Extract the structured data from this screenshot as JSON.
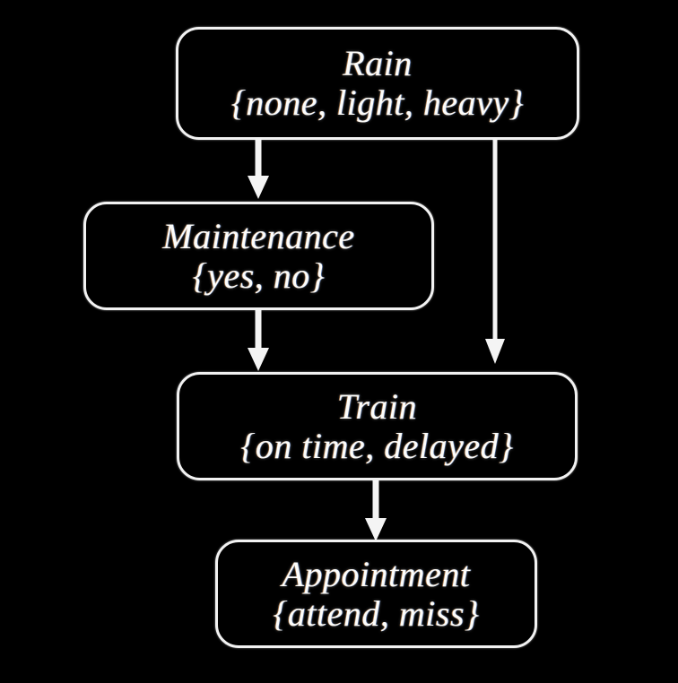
{
  "diagram": {
    "type": "bayesian-network",
    "background_color": "#000000",
    "node_border_color": "#f2f2f2",
    "text_color": "#fdfdfb",
    "nodes": [
      {
        "id": "rain",
        "name": "Rain",
        "states": "{none, light, heavy}"
      },
      {
        "id": "maintenance",
        "name": "Maintenance",
        "states": "{yes, no}"
      },
      {
        "id": "train",
        "name": "Train",
        "states": "{on time, delayed}"
      },
      {
        "id": "appointment",
        "name": "Appointment",
        "states": "{attend, miss}"
      }
    ],
    "edges": [
      {
        "id": "rain-to-maintenance",
        "from": "Rain",
        "to": "Maintenance"
      },
      {
        "id": "rain-to-train",
        "from": "Rain",
        "to": "Train"
      },
      {
        "id": "maintenance-to-train",
        "from": "Maintenance",
        "to": "Train"
      },
      {
        "id": "train-to-appointment",
        "from": "Train",
        "to": "Appointment"
      }
    ]
  }
}
